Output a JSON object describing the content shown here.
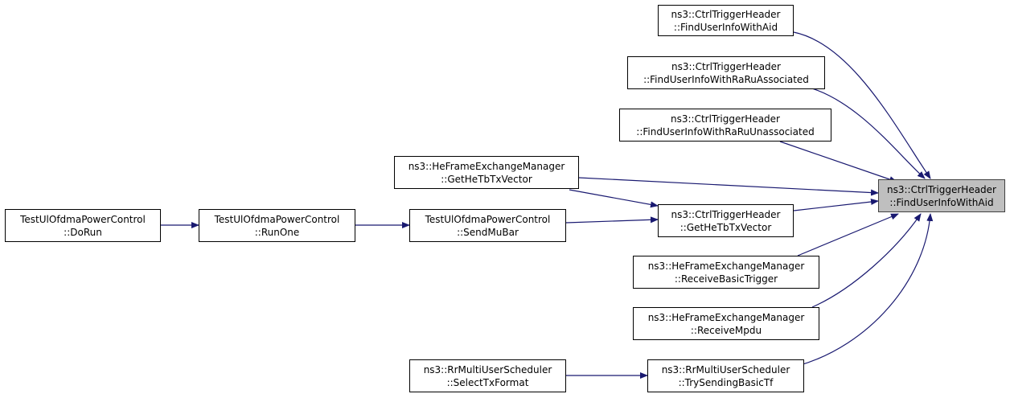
{
  "nodes": {
    "target": {
      "line1": "ns3::CtrlTriggerHeader",
      "line2": "::FindUserInfoWithAid"
    },
    "find_aid": {
      "line1": "ns3::CtrlTriggerHeader",
      "line2": "::FindUserInfoWithAid"
    },
    "find_ru_assoc": {
      "line1": "ns3::CtrlTriggerHeader",
      "line2": "::FindUserInfoWithRaRuAssociated"
    },
    "find_ru_unassoc": {
      "line1": "ns3::CtrlTriggerHeader",
      "line2": "::FindUserInfoWithRaRuUnassociated"
    },
    "hefem_get_tb": {
      "line1": "ns3::HeFrameExchangeManager",
      "line2": "::GetHeTbTxVector"
    },
    "ctrl_get_tb": {
      "line1": "ns3::CtrlTriggerHeader",
      "line2": "::GetHeTbTxVector"
    },
    "recv_basic": {
      "line1": "ns3::HeFrameExchangeManager",
      "line2": "::ReceiveBasicTrigger"
    },
    "recv_mpdu": {
      "line1": "ns3::HeFrameExchangeManager",
      "line2": "::ReceiveMpdu"
    },
    "try_sending": {
      "line1": "ns3::RrMultiUserScheduler",
      "line2": "::TrySendingBasicTf"
    },
    "select_tx": {
      "line1": "ns3::RrMultiUserScheduler",
      "line2": "::SelectTxFormat"
    },
    "send_mubar": {
      "line1": "TestUlOfdmaPowerControl",
      "line2": "::SendMuBar"
    },
    "run_one": {
      "line1": "TestUlOfdmaPowerControl",
      "line2": "::RunOne"
    },
    "do_run": {
      "line1": "TestUlOfdmaPowerControl",
      "line2": "::DoRun"
    }
  },
  "colors": {
    "edge": "#191970",
    "focus_fill": "#bfbfbf",
    "node_border": "#000000"
  }
}
